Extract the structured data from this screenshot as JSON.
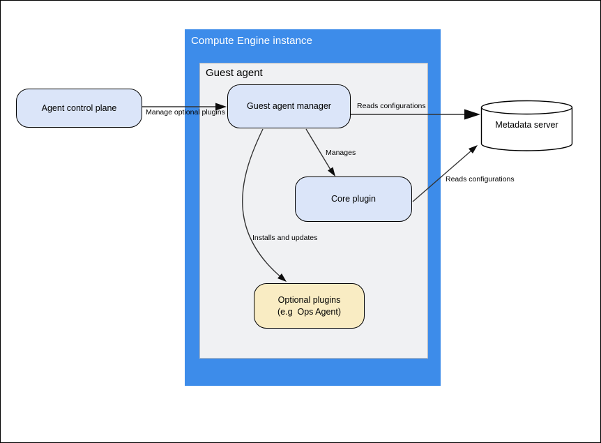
{
  "diagram": {
    "outer_label": "Compute Engine instance",
    "group_label": "Guest agent",
    "nodes": {
      "agent_control_plane": "Agent control plane",
      "guest_agent_manager": "Guest agent manager",
      "core_plugin": "Core plugin",
      "optional_plugins_line1": "Optional plugins",
      "optional_plugins_line2": "(e.g  Ops Agent)",
      "metadata_server": "Metadata server"
    },
    "edges": {
      "manage_optional_plugins": "Manage optional plugins",
      "manager_reads_configurations": "Reads configurations",
      "manages": "Manages",
      "installs_and_updates": "Installs and updates",
      "core_reads_configurations": "Reads configurations"
    },
    "colors": {
      "container_blue": "#3d8cea",
      "group_gray": "#f0f1f3",
      "node_blue_fill": "#dbe5f9",
      "node_yellow_fill": "#f9ecc3",
      "cylinder_fill": "#ffffff"
    }
  }
}
